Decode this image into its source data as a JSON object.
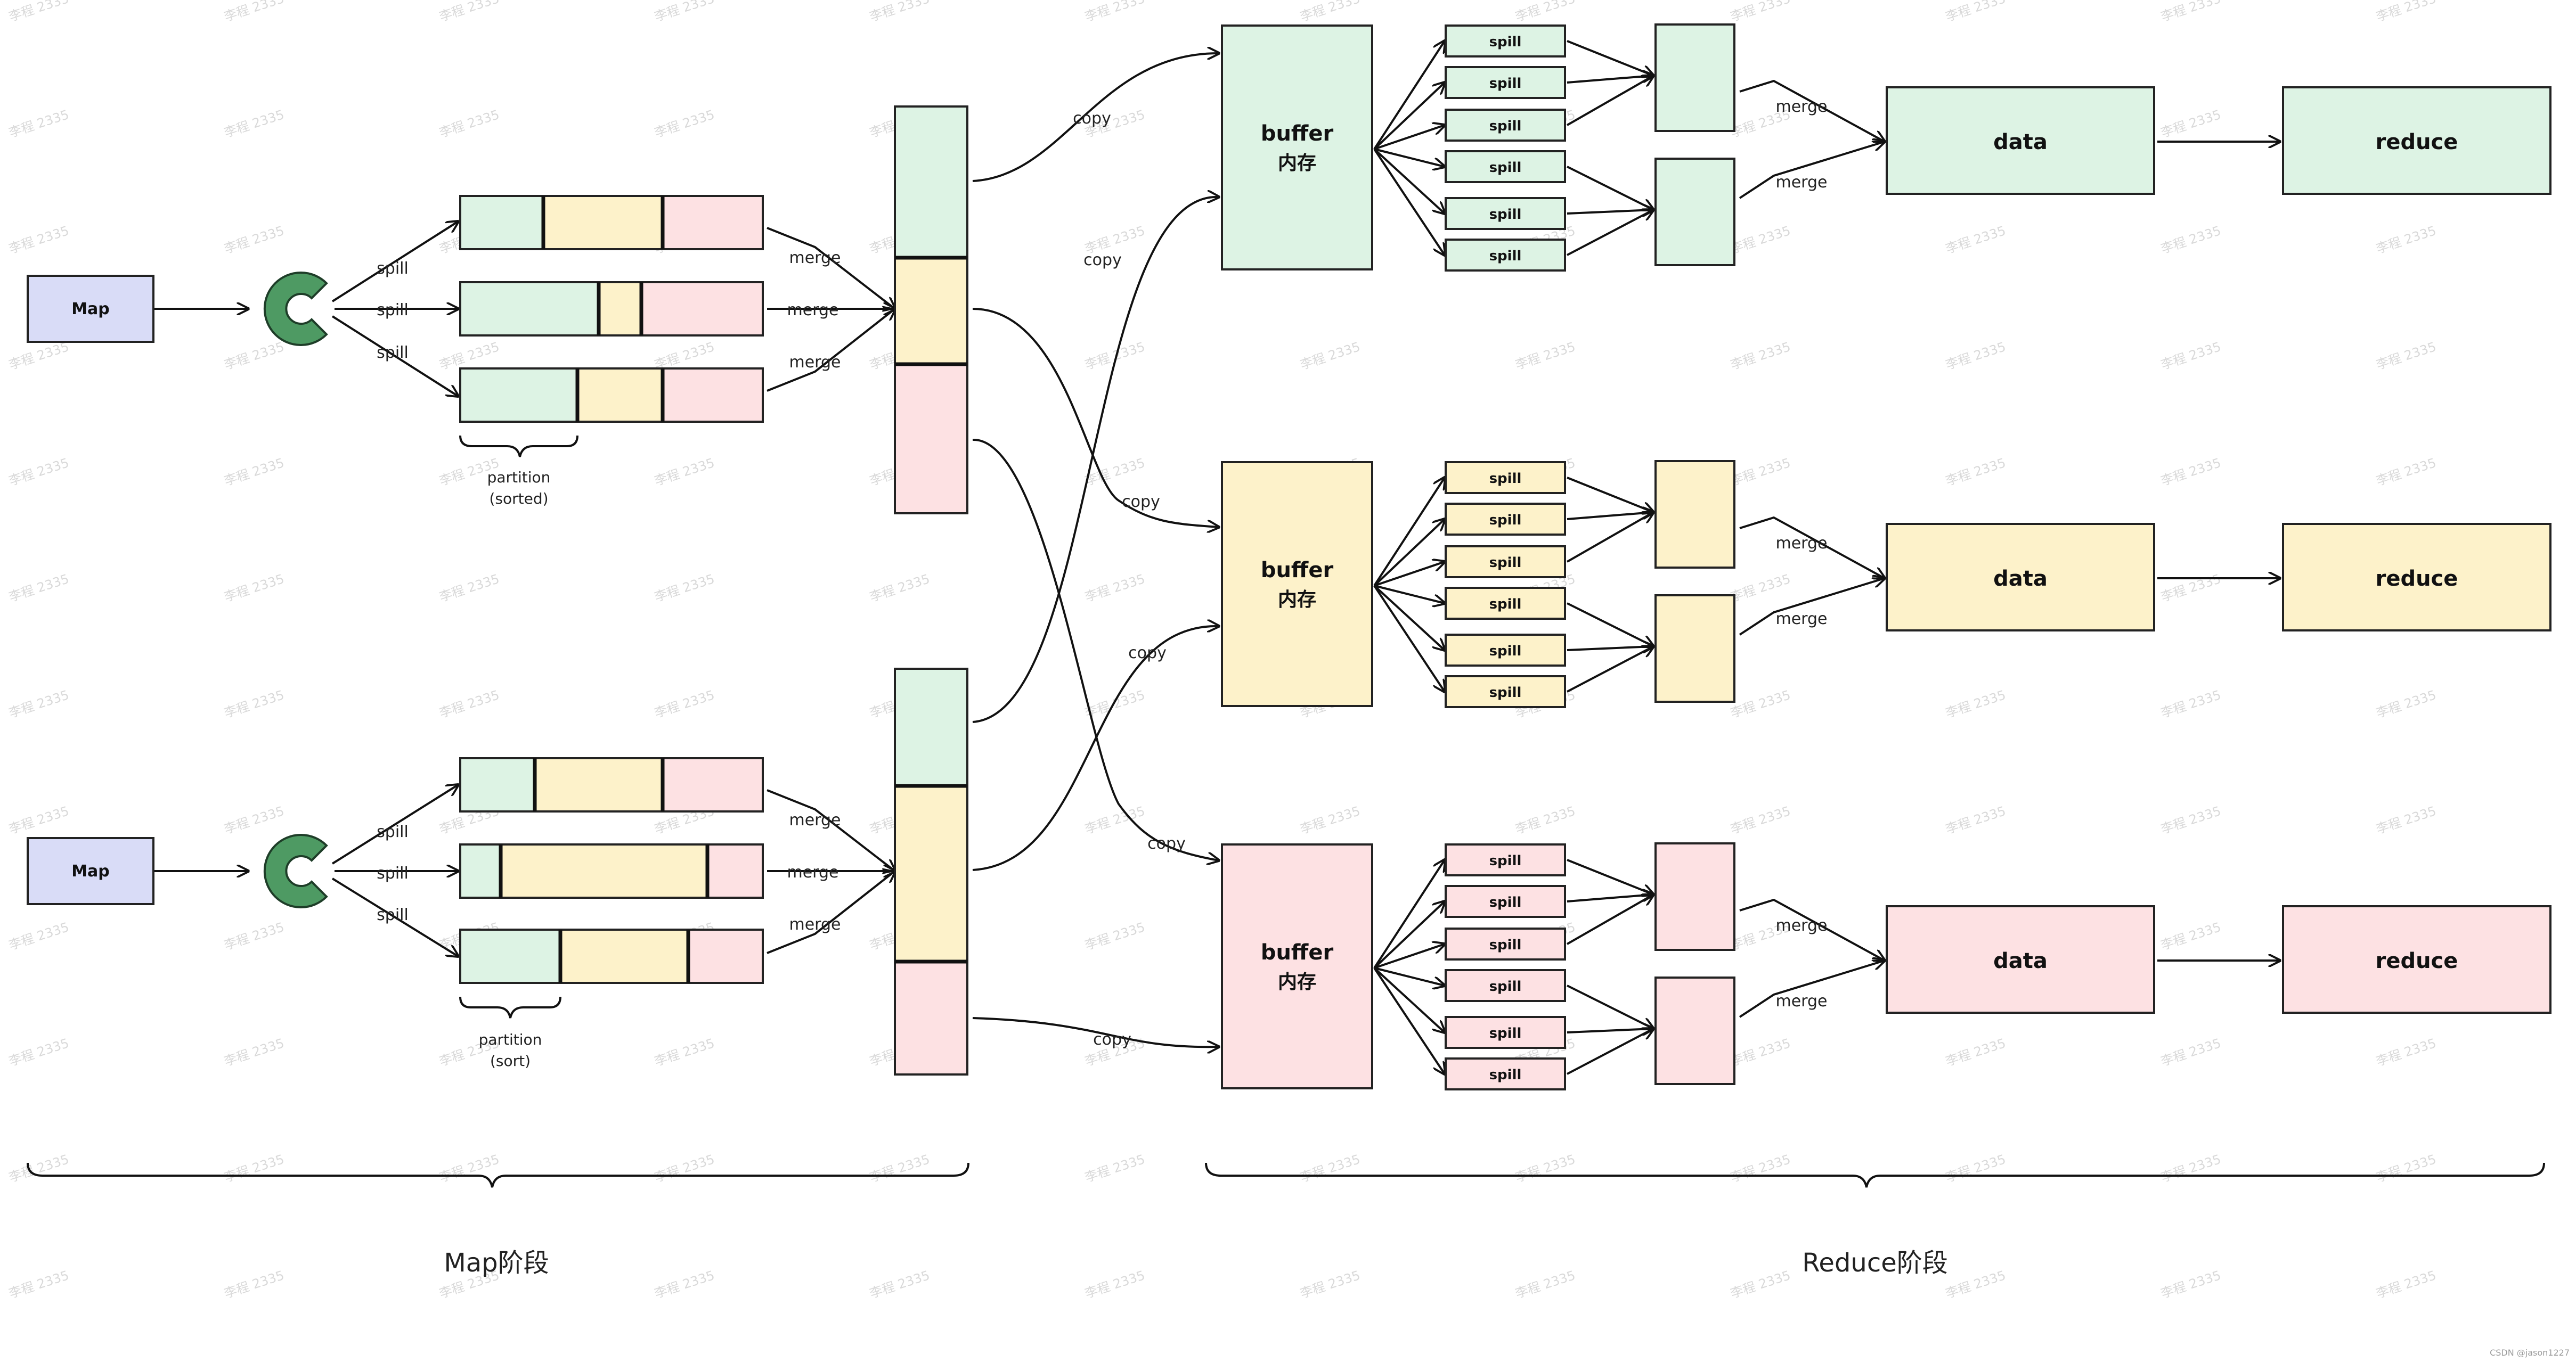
{
  "colors": {
    "green": "#ddf3e4",
    "yellow": "#fdf2ca",
    "pink": "#fde1e3",
    "map": "#d9dcf7",
    "spill_icon": "#4e9a63",
    "line": "#111111"
  },
  "map_node": {
    "label": "Map"
  },
  "edge_labels": {
    "spill": "spill",
    "merge": "merge",
    "copy": "copy"
  },
  "partition_labels": {
    "top": [
      "partition",
      "(sorted)"
    ],
    "bottom": [
      "partition",
      "(sort)"
    ]
  },
  "reduce_side": {
    "buffer_label": [
      "buffer",
      "内存"
    ],
    "spill_label": "spill",
    "data_label": "data",
    "reduce_label": "reduce"
  },
  "phases": {
    "map": "Map阶段",
    "reduce": "Reduce阶段"
  },
  "watermark": "李程 2335",
  "corner_credit": "CSDN @jason1227"
}
